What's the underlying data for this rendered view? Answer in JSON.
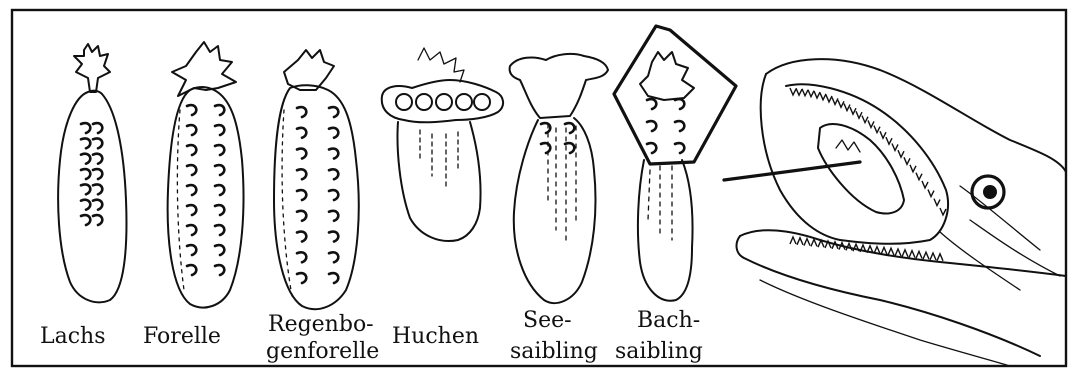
{
  "labels": {
    "lachs": "Lachs",
    "forelle": "Forelle",
    "regenbogenforelle_line1": "Regenbo-",
    "regenbogenforelle_line2": "genforelle",
    "huchen": "Huchen",
    "seesaibling_line1": "See-",
    "seesaibling_line2": "saibling",
    "bachsaibling_line1": "Bach-",
    "bachsaibling_line2": "saibling"
  },
  "colors": {
    "ink": "#111111",
    "background": "#ffffff"
  }
}
